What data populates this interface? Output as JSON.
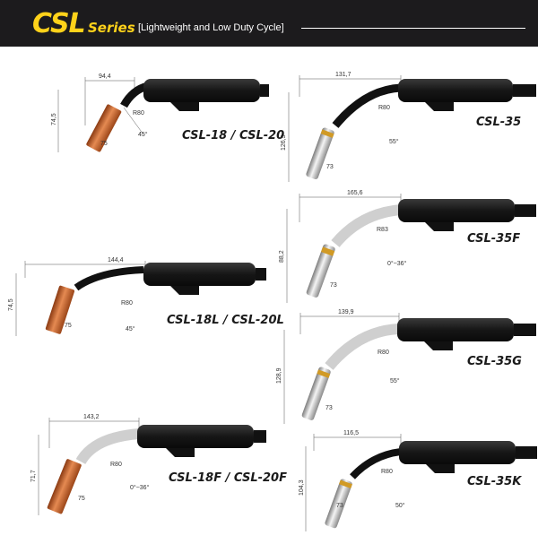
{
  "header": {
    "series_code": "CSL",
    "series_word": "Series",
    "subtitle": "[Lightweight and Low Duty Cycle]",
    "colors": {
      "background": "#1c1b1d",
      "accent": "#ffd21a"
    }
  },
  "torches": [
    {
      "model": "CSL-18 / CSL-20",
      "length": "94,4",
      "height": "74,5",
      "radius": "R80",
      "nozzle": "75",
      "angle": "45°",
      "tip": "copper"
    },
    {
      "model": "CSL-18L / CSL-20L",
      "length": "144,4",
      "height": "74,5",
      "radius": "R80",
      "nozzle": "75",
      "angle": "45°",
      "tip": "copper"
    },
    {
      "model": "CSL-18F / CSL-20F",
      "length": "143,2",
      "height": "71,7",
      "radius": "R80",
      "nozzle": "75",
      "angle": "0°~36°",
      "tip": "copper"
    },
    {
      "model": "CSL-35",
      "length": "131,7",
      "height": "126,5",
      "radius": "R80",
      "nozzle": "73",
      "angle": "55°",
      "tip": "chrome"
    },
    {
      "model": "CSL-35F",
      "length": "165,6",
      "height": "88,2",
      "radius": "R83",
      "nozzle": "73",
      "angle": "0°~36°",
      "tip": "chrome"
    },
    {
      "model": "CSL-35G",
      "length": "139,9",
      "height": "128,9",
      "radius": "R80",
      "nozzle": "73",
      "angle": "55°",
      "tip": "chrome"
    },
    {
      "model": "CSL-35K",
      "length": "116,5",
      "height": "104,3",
      "radius": "R80",
      "nozzle": "73",
      "angle": "50°",
      "tip": "chrome"
    }
  ]
}
